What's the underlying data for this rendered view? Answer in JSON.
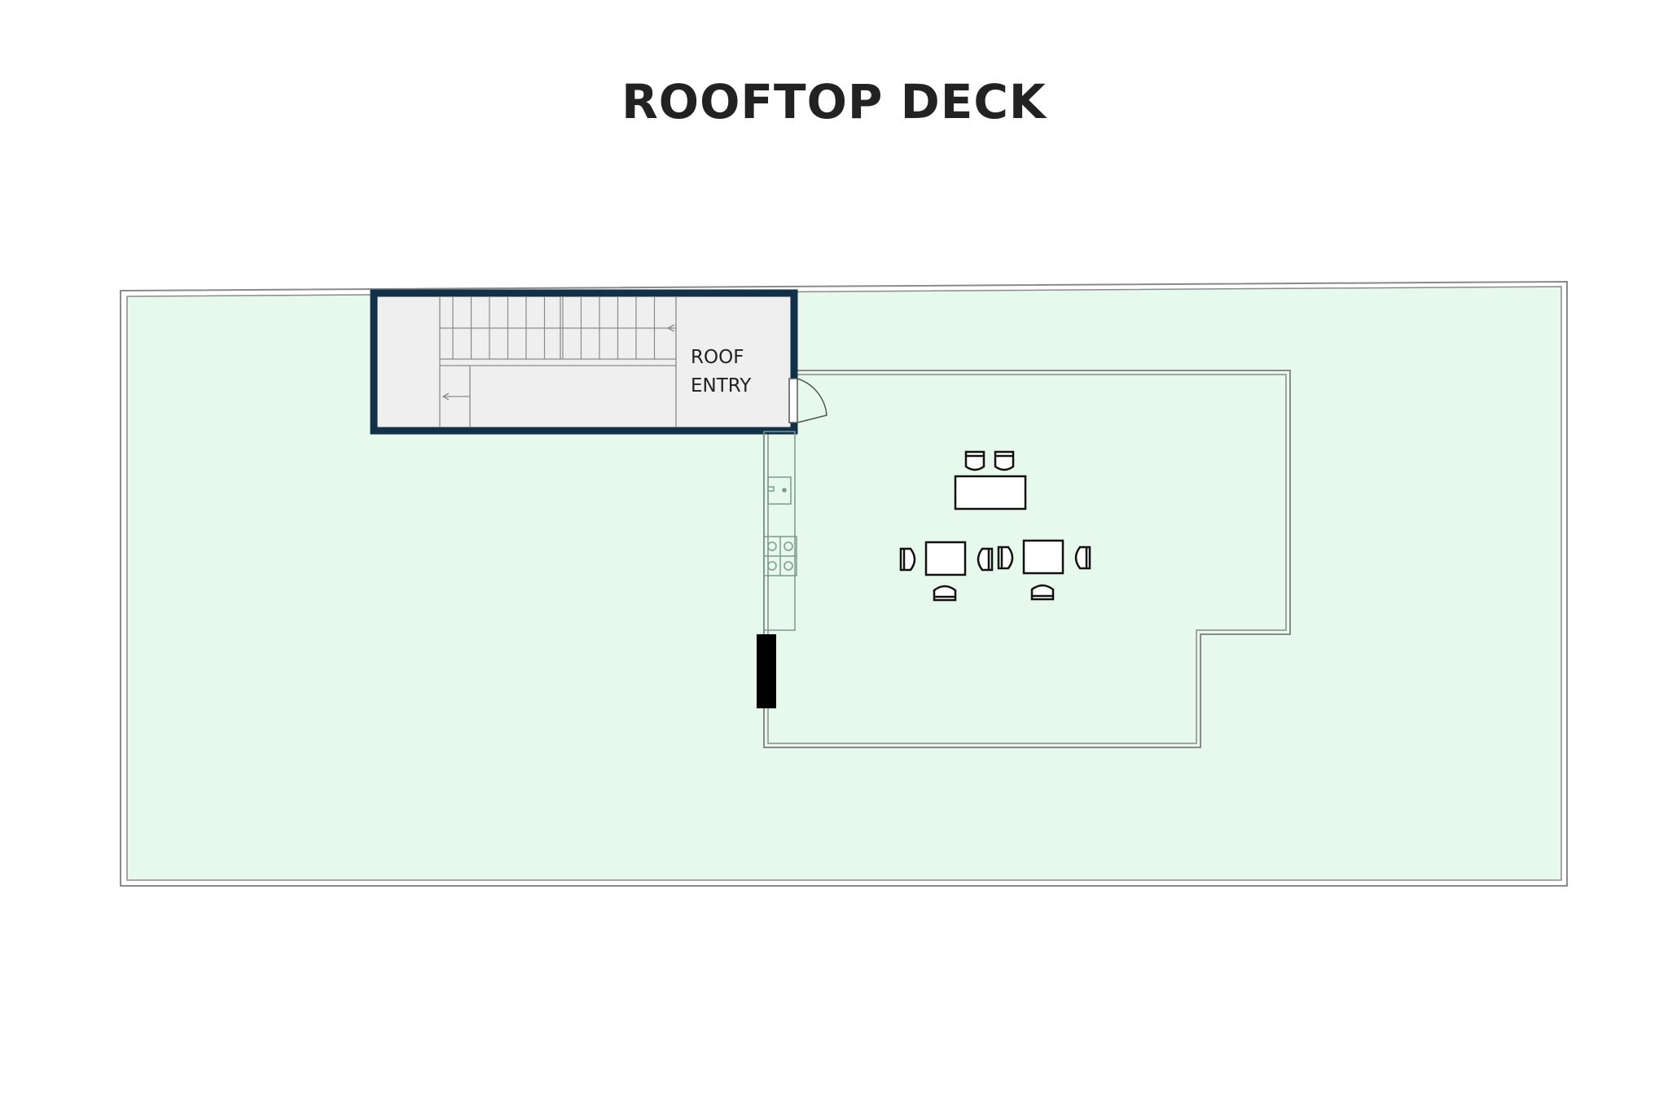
{
  "page": {
    "title": "ROOFTOP DECK"
  },
  "rooms": {
    "roof_entry": {
      "label_line1": "ROOF",
      "label_line2": "ENTRY"
    }
  },
  "colors": {
    "deck_fill": "#e6f9ec",
    "stair_fill": "#efefef",
    "entry_wall": "#123047",
    "outline": "#8a8a8a",
    "furniture": "#111111",
    "counter": "#7c9a8f"
  },
  "icons": [
    "stairs-icon",
    "door-swing-icon",
    "sink-icon",
    "cooktop-icon",
    "table-icon",
    "chair-icon",
    "grill-icon"
  ]
}
